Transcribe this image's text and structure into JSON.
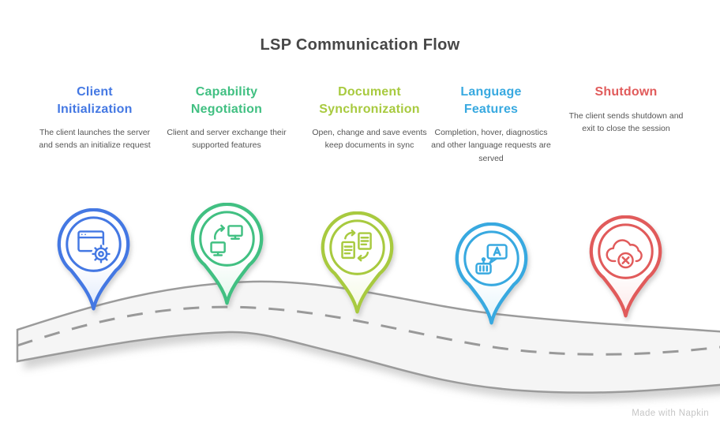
{
  "title": "LSP Communication Flow",
  "watermark": "Made with Napkin",
  "road": {
    "fill": "#f5f5f5",
    "edge": "#9b9b9b",
    "dash": "#999999",
    "shadow": "#aeaeae"
  },
  "text_colors": {
    "title": "#474747",
    "body": "#555555",
    "watermark": "#c6c6c6"
  },
  "milestones": [
    {
      "id": "client-initialization",
      "heading": "Client\nInitialization",
      "description": "The client launches the server and sends an initialize request",
      "color": "#4478e3",
      "tint": "#dfe9fb",
      "icon": "app-window-gear-icon"
    },
    {
      "id": "capability-negotiation",
      "heading": "Capability\nNegotiation",
      "description": "Client and server exchange their supported features",
      "color": "#41c082",
      "tint": "#e2f6eb",
      "icon": "monitors-sync-icon"
    },
    {
      "id": "document-synchronization",
      "heading": "Document\nSynchronization",
      "description": "Open, change and save events keep documents in sync",
      "color": "#a8ca3f",
      "tint": "#f3f8df",
      "icon": "documents-sync-icon"
    },
    {
      "id": "language-features",
      "heading": "Language\nFeatures",
      "description": "Completion, hover, diagnostics and other language requests are served",
      "color": "#38a9e0",
      "tint": "#e1f3fb",
      "icon": "language-chat-icon"
    },
    {
      "id": "shutdown",
      "heading": "Shutdown",
      "description": "The client sends shutdown and exit to close the session",
      "color": "#e15b5b",
      "tint": "#fce7e7",
      "icon": "cloud-disconnect-icon"
    }
  ]
}
